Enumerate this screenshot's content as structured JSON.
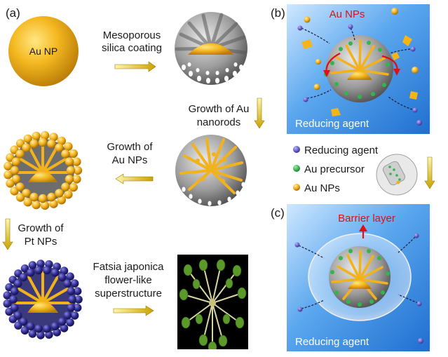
{
  "panels": {
    "a": "(a)",
    "b": "(b)",
    "c": "(c)"
  },
  "panel_a": {
    "au_np": "Au NP",
    "step1": [
      "Mesoporous",
      "silica coating"
    ],
    "step2": [
      "Growth of Au",
      "nanorods"
    ],
    "step3": [
      "Growth of",
      "Au NPs"
    ],
    "step4": [
      "Growth of",
      "Pt NPs"
    ],
    "step5": [
      "Fatsia japonica",
      "flower-like",
      "superstructure"
    ]
  },
  "panel_b": {
    "au_nps": "Au NPs",
    "reducing_agent": "Reducing agent"
  },
  "legend": {
    "items": [
      {
        "label": "Reducing agent",
        "color": "#4a3fb0"
      },
      {
        "label": "Au precursor",
        "color": "#22b24c"
      },
      {
        "label": "Au NPs",
        "color": "#f2b21c"
      }
    ]
  },
  "panel_c": {
    "barrier": "Barrier layer",
    "reducing_agent": "Reducing agent"
  },
  "colors": {
    "gold": "#f2b21c",
    "silica": "#a9a9a9",
    "panel_blue": "#2e8fe0",
    "pt": "#2a2a86",
    "red": "#e01010"
  }
}
